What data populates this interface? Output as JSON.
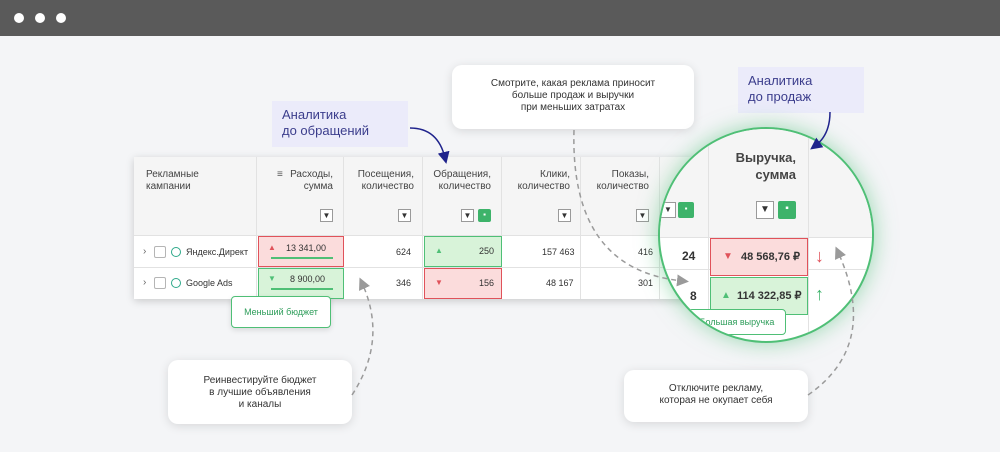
{
  "window": {
    "controls": [
      "dot",
      "dot",
      "dot"
    ]
  },
  "labels": {
    "analytics_requests": "Аналитика\nдо обращений",
    "analytics_sales": "Аналитика\nдо продаж"
  },
  "callouts": {
    "top": "Смотрите, какая реклама приносит\nбольше продаж и выручки\nпри меньших затратах",
    "left": "Реинвестируйте бюджет\nв лучшие объявления\nи каналы",
    "right": "Отключите рекламу,\nкоторая не окупает себя"
  },
  "tags": {
    "less_budget": "Меньший бюджет",
    "more_revenue": "Большая выручка"
  },
  "table": {
    "headers": {
      "campaigns": "Рекламные\nкампании",
      "costs": "Расходы,\nсумма",
      "visits": "Посещения,\nколичество",
      "requests": "Обращения,\nколичество",
      "clicks": "Клики,\nколичество",
      "shows": "Показы,\nколичество",
      "revenue": "Выручка,\nсумма"
    },
    "rows": [
      {
        "name": "Яндекс.Директ",
        "costs": "13 341,00",
        "visits": "624",
        "requests": "250",
        "clicks": "157 463",
        "shows": "416",
        "sales": "24",
        "revenue": "48 568,76 ₽"
      },
      {
        "name": "Google Ads",
        "costs": "8 900,00",
        "visits": "346",
        "requests": "156",
        "clicks": "48 167",
        "shows": "301",
        "sales": "8",
        "revenue": "114 322,85 ₽"
      }
    ]
  },
  "icons": [
    "filter-icon",
    "chart-icon",
    "sort-icon",
    "globe-icon",
    "checkbox-icon",
    "chevron-right-icon",
    "arrow-down-icon",
    "arrow-up-icon"
  ],
  "colors": {
    "positive": "#4fbf76",
    "negative": "#e0525a",
    "accent": "#3b3d8c"
  }
}
